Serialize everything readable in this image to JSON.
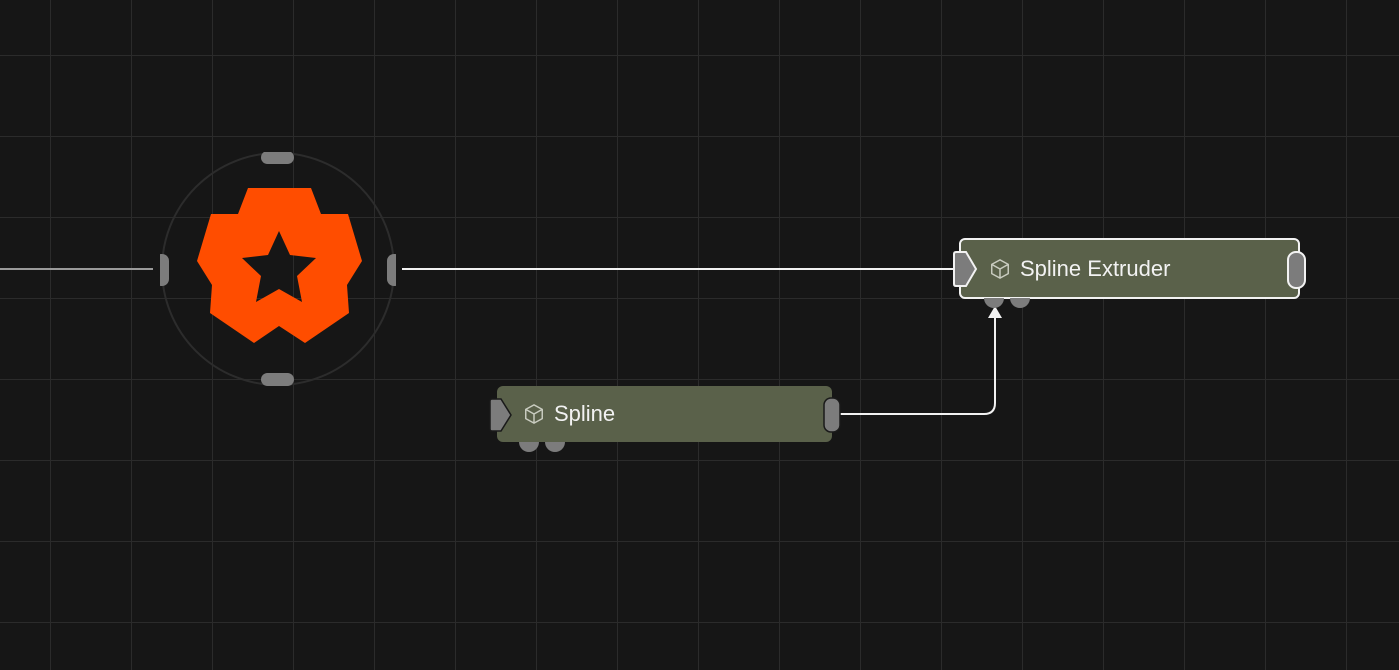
{
  "graph": {
    "nodes": [
      {
        "id": "extruder",
        "label": "Spline Extruder",
        "icon": "cube-icon",
        "selected": true
      },
      {
        "id": "spline",
        "label": "Spline",
        "icon": "cube-icon",
        "selected": false
      }
    ],
    "object_node": {
      "icon": "object-star-icon",
      "color": "#ff4d00"
    },
    "colors": {
      "background": "#161616",
      "grid": "#2b2b2b",
      "node_fill": "#5a614a",
      "port": "#7c7c7c",
      "wire": "#f2f2f2"
    }
  }
}
